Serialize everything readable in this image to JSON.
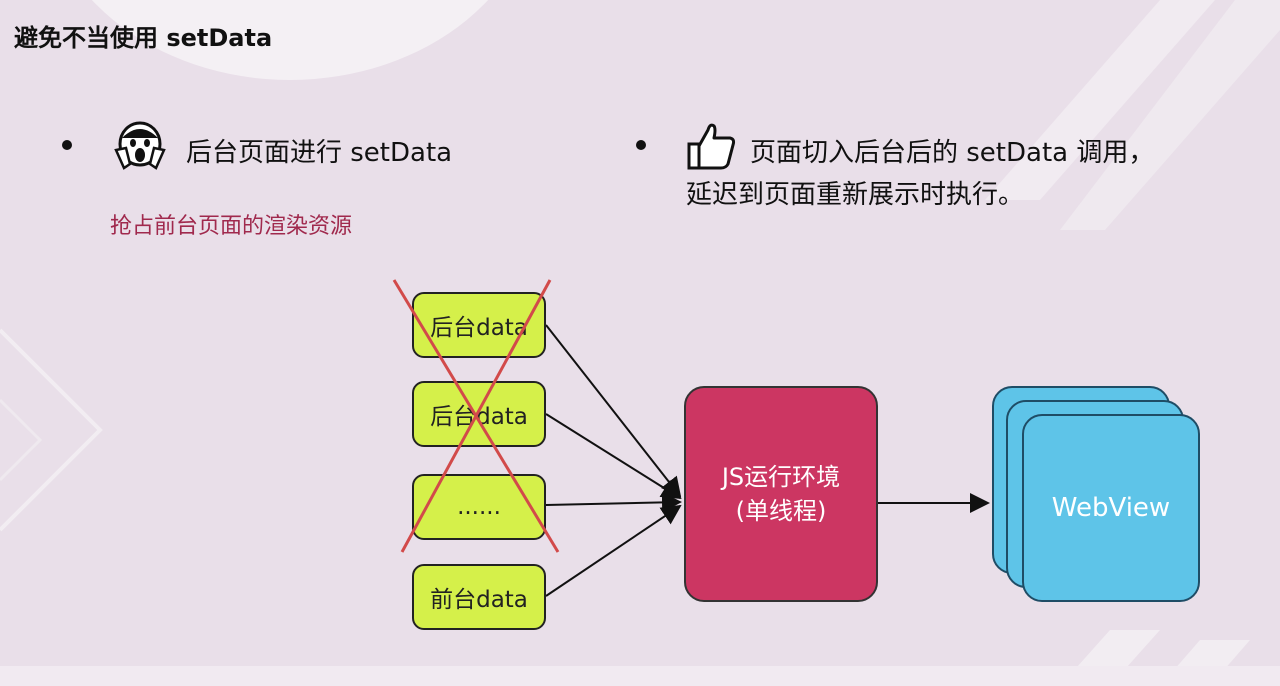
{
  "slide": {
    "title": "避免不当使用 setData",
    "left_point": "后台页面进行 setData",
    "left_subnote": "抢占前台页面的渲染资源",
    "right_point_line1": "页面切入后台后的 setData 调用，",
    "right_point_line2": "延迟到页面重新展示时执行。",
    "icons": {
      "left": "scream-face-icon",
      "right": "thumbs-up-icon"
    }
  },
  "diagram": {
    "data_boxes": [
      "后台data",
      "后台data",
      "......",
      "前台data"
    ],
    "crossed_out_boxes": [
      0,
      1,
      2
    ],
    "js_runtime_line1": "JS运行环境",
    "js_runtime_line2": "(单线程)",
    "webview_label": "WebView"
  },
  "colors": {
    "background": "#e9dfe9",
    "data_box": "#d5f04a",
    "js_box": "#cc3662",
    "webview": "#5ec4e8",
    "cross": "#d24a4a",
    "subnote": "#a0294d"
  }
}
